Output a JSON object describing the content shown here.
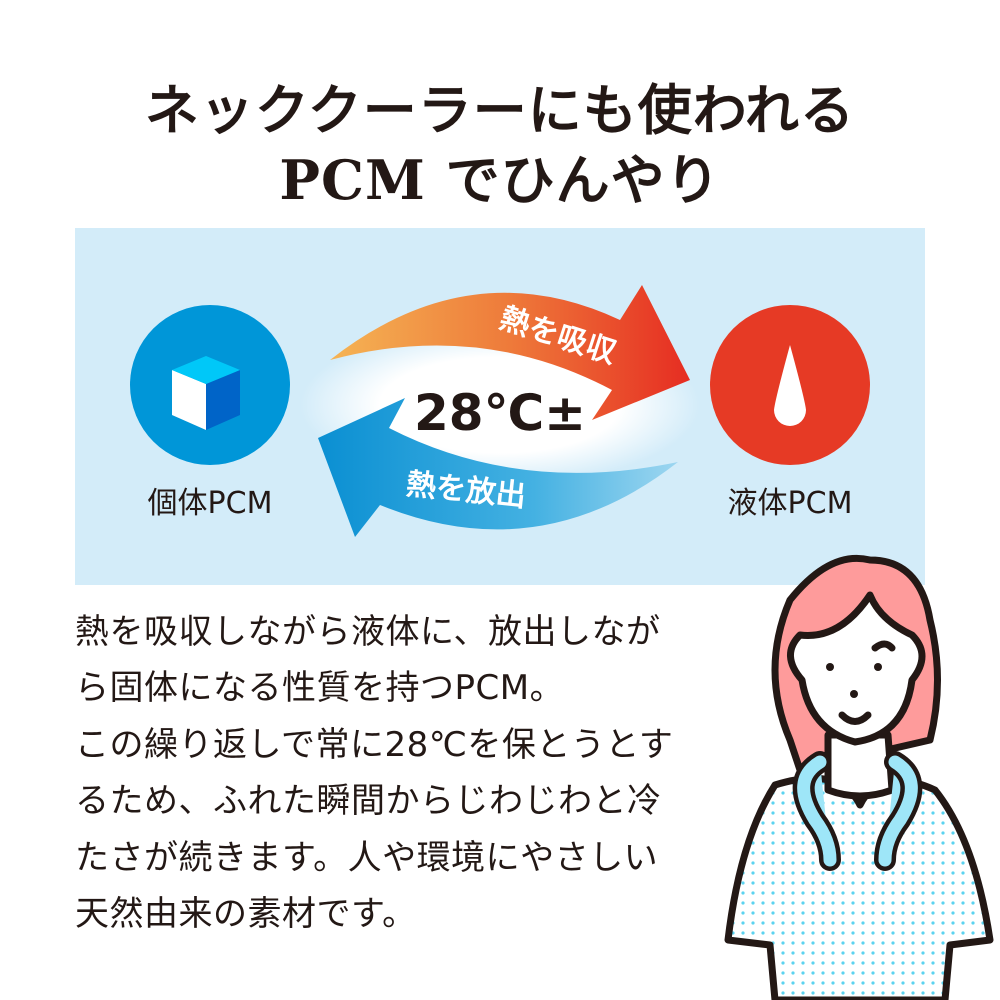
{
  "title": {
    "line1": "ネッククーラーにも使われる",
    "line2": "PCM でひんやり"
  },
  "diagram": {
    "solid_label": "個体PCM",
    "liquid_label": "液体PCM",
    "center_text": "28℃±",
    "absorb_label": "熱を吸収",
    "release_label": "熱を放出",
    "colors": {
      "panel": "#d3ecf9",
      "solid": "#0096d8",
      "liquid": "#e63a25"
    }
  },
  "body": {
    "lines": [
      "熱を吸収しながら液体に、放出しなが",
      "ら固体になる性質を持つPCM。",
      "この繰り返しで常に28℃を保とうとす",
      "るため、ふれた瞬間からじわじわと冷",
      "たさが続きます。人や環境にやさしい",
      "天然由来の素材です。"
    ]
  }
}
